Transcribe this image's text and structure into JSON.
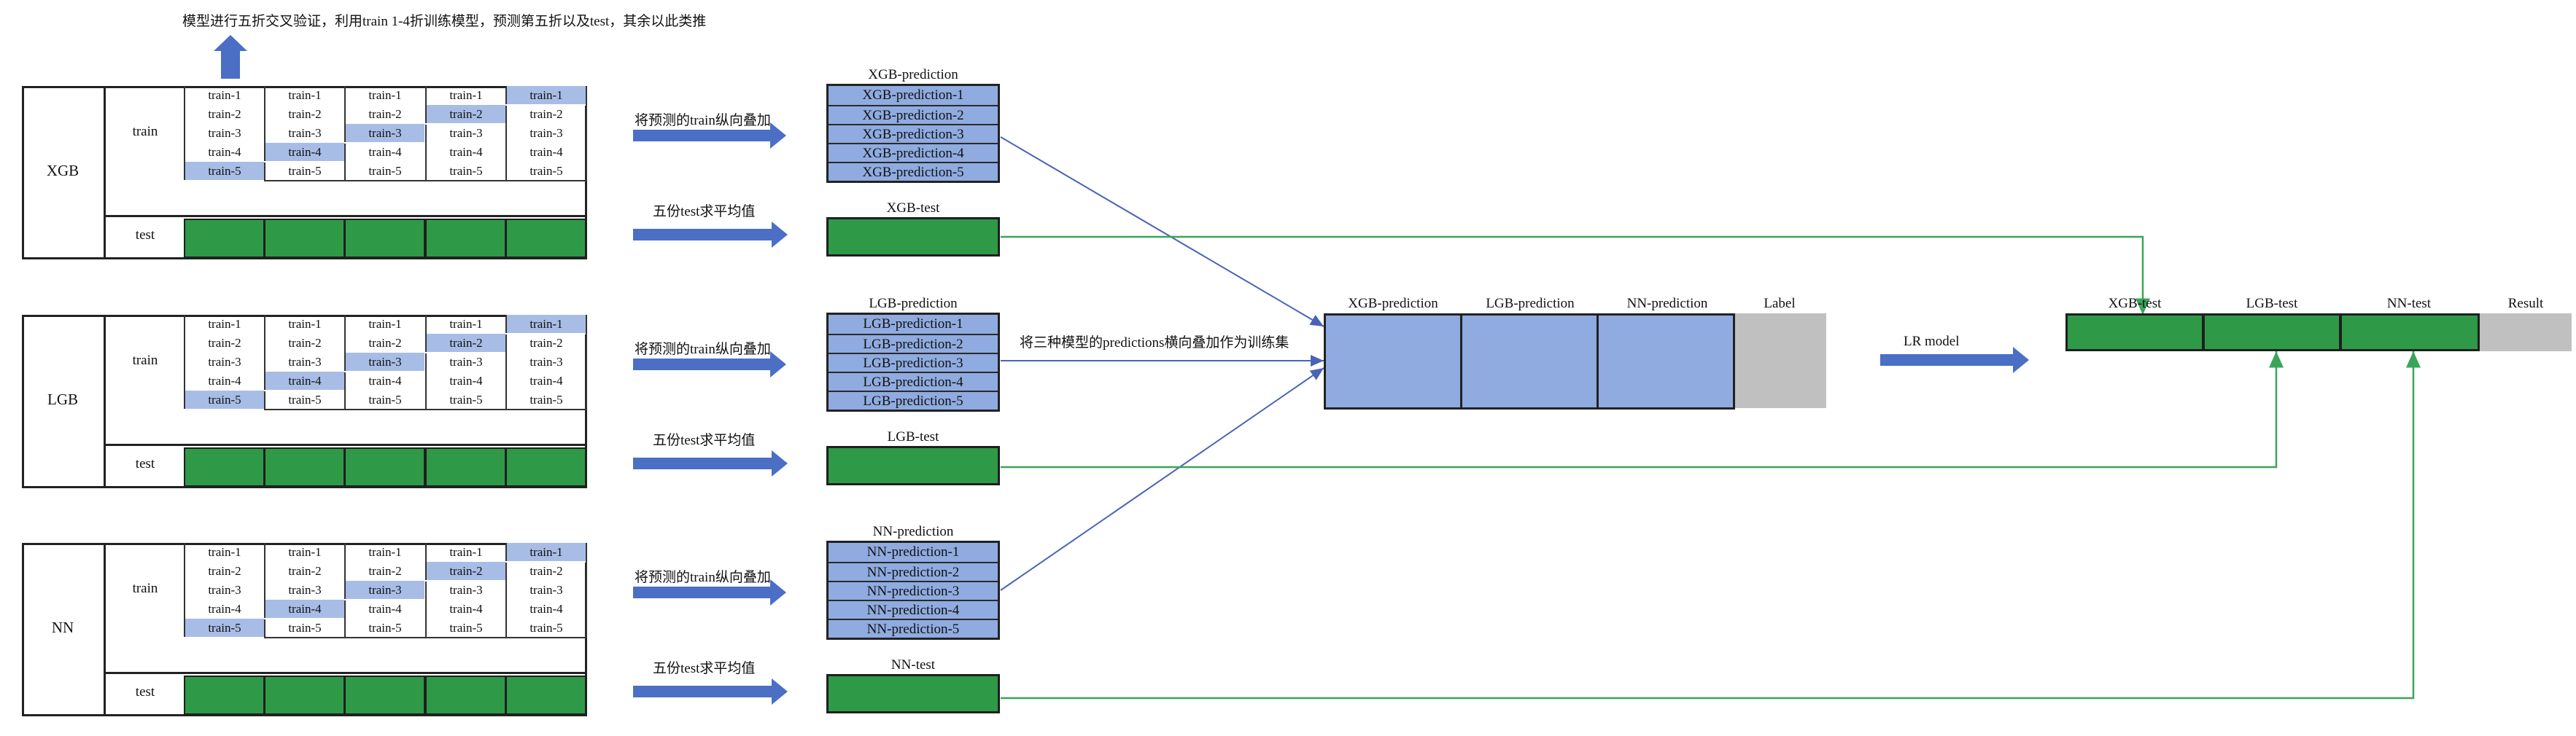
{
  "top_note": "模型进行五折交叉验证，利用train 1-4折训练模型，预测第五折以及test，其余以此类推",
  "blocks": [
    {
      "model": "XGB",
      "train_label": "train",
      "test_label": "test",
      "pred_title": "XGB-prediction",
      "pred_items": [
        "XGB-prediction-1",
        "XGB-prediction-2",
        "XGB-prediction-3",
        "XGB-prediction-4",
        "XGB-prediction-5"
      ],
      "test_title": "XGB-test",
      "arrow_train_text": "将预测的train纵向叠加",
      "arrow_test_text": "五份test求平均值"
    },
    {
      "model": "LGB",
      "train_label": "train",
      "test_label": "test",
      "pred_title": "LGB-prediction",
      "pred_items": [
        "LGB-prediction-1",
        "LGB-prediction-2",
        "LGB-prediction-3",
        "LGB-prediction-4",
        "LGB-prediction-5"
      ],
      "test_title": "LGB-test",
      "arrow_train_text": "将预测的train纵向叠加",
      "arrow_test_text": "五份test求平均值"
    },
    {
      "model": "NN",
      "train_label": "train",
      "test_label": "test",
      "pred_title": "NN-prediction",
      "pred_items": [
        "NN-prediction-1",
        "NN-prediction-2",
        "NN-prediction-3",
        "NN-prediction-4",
        "NN-prediction-5"
      ],
      "test_title": "NN-test",
      "arrow_train_text": "将预测的train纵向叠加",
      "arrow_test_text": "五份test求平均值"
    }
  ],
  "fold_grid": {
    "rows": [
      [
        "train-1",
        "train-1",
        "train-1",
        "train-1",
        "train-1"
      ],
      [
        "train-2",
        "train-2",
        "train-2",
        "train-2",
        "train-2"
      ],
      [
        "train-3",
        "train-3",
        "train-3",
        "train-3",
        "train-3"
      ],
      [
        "train-4",
        "train-4",
        "train-4",
        "train-4",
        "train-4"
      ],
      [
        "train-5",
        "train-5",
        "train-5",
        "train-5",
        "train-5"
      ]
    ],
    "highlighted_row_per_column": [
      5,
      4,
      3,
      2,
      1
    ]
  },
  "stack_note": "将三种模型的predictions横向叠加作为训练集",
  "stack_headers": [
    "XGB-prediction",
    "LGB-prediction",
    "NN-prediction",
    "Label"
  ],
  "lr_label": "LR model",
  "final_headers": [
    "XGB-test",
    "LGB-test",
    "NN-test",
    "Result"
  ],
  "colors": {
    "pred_blue": "#8fabe0",
    "highlight_blue": "#a8bde6",
    "test_green": "#2e9a47",
    "arrow_blue": "#4a6fc4",
    "label_gray": "#c0c0c0",
    "line_green": "#3aa55a",
    "line_blue": "#4a63b8"
  }
}
